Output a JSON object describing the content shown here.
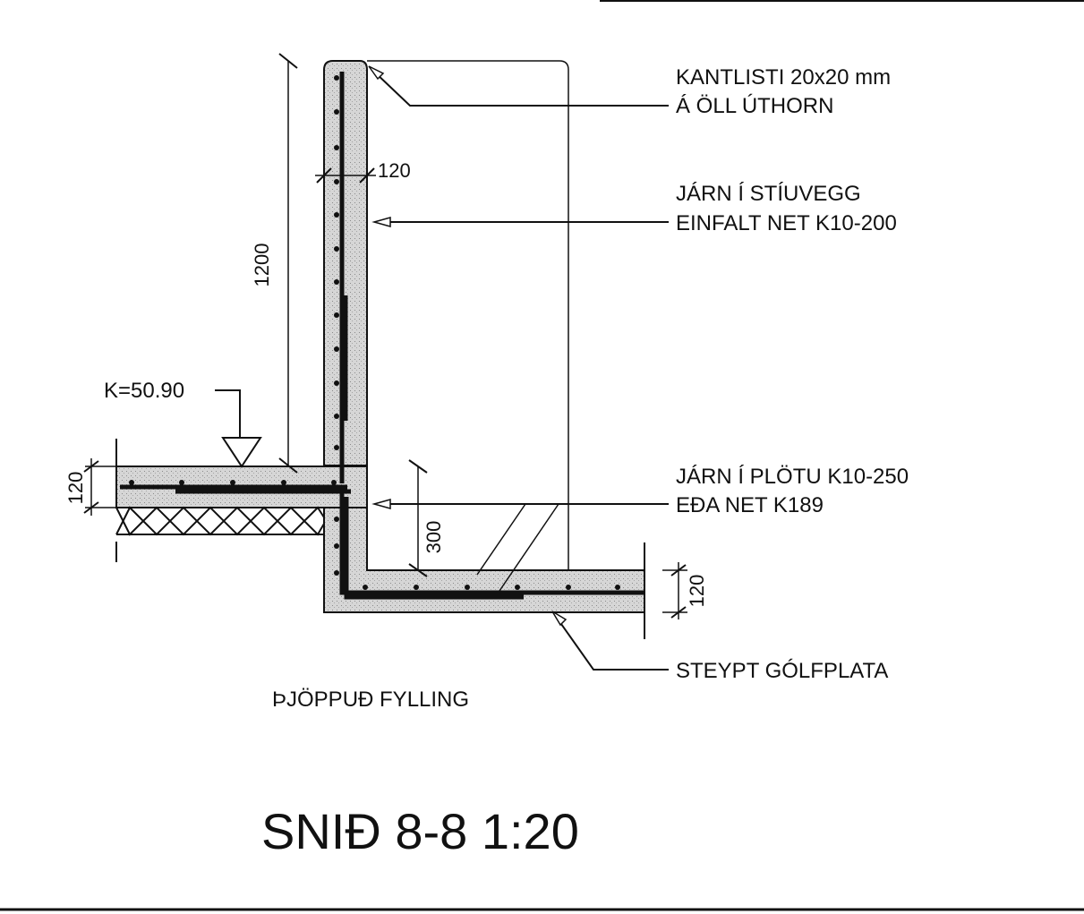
{
  "annotations": {
    "kantlisti_line1": "KANTLISTI 20x20 mm",
    "kantlisti_line2": "Á ÖLL ÚTHORN",
    "wall_rebar_line1": "JÁRN Í STÍUVEGG",
    "wall_rebar_line2": "EINFALT NET K10-200",
    "slab_rebar_line1": "JÁRN Í PLÖTU K10-250",
    "slab_rebar_line2": "EÐA NET K189",
    "floor_slab": "STEYPT GÓLFPLATA",
    "fill": "ÞJÖPPUÐ FYLLING",
    "level": "K=50.90"
  },
  "dimensions": {
    "wall_height": "1200",
    "wall_thickness": "120",
    "left_slab_thickness": "120",
    "right_slab_thickness": "120",
    "step_height": "300"
  },
  "title": "SNIÐ 8-8 1:20"
}
